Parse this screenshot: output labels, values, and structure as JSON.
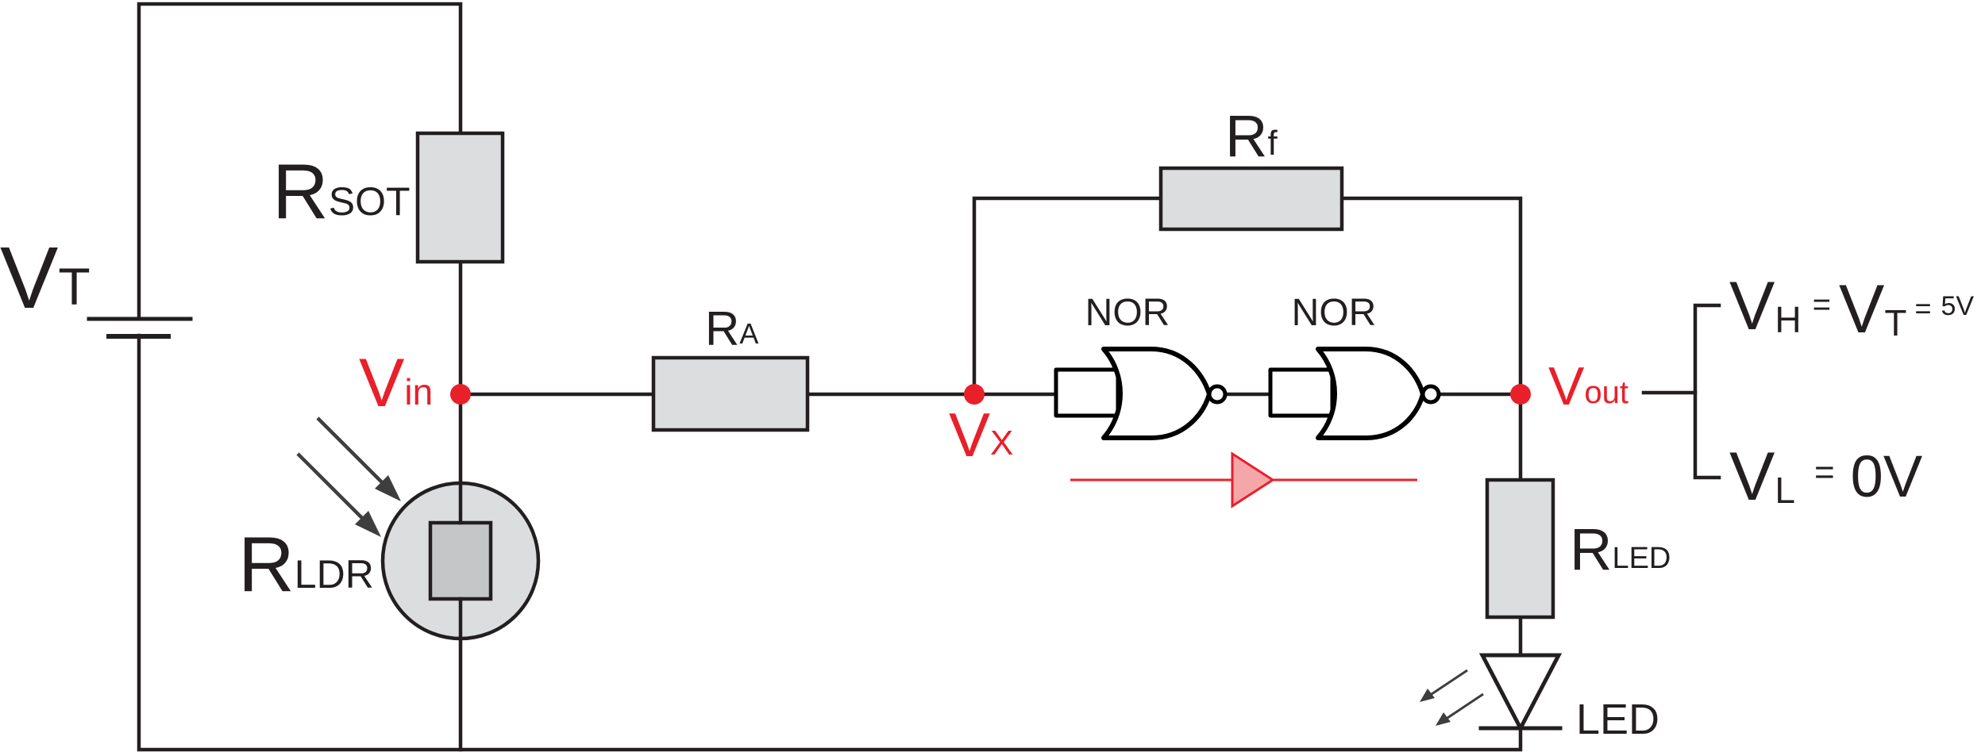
{
  "labels": {
    "vt_main": "V",
    "vt_sub": "T",
    "rsot_main": "R",
    "rsot_sub": "SOT",
    "rldr_main": "R",
    "rldr_sub": "LDR",
    "ra_main": "R",
    "ra_sub": "A",
    "rf_main": "R",
    "rf_sub": "f",
    "rled_main": "R",
    "rled_sub": "LED",
    "vin_main": "V",
    "vin_sub": "in",
    "vx_main": "V",
    "vx_sub": "X",
    "vout_main": "V",
    "vout_sub": "out",
    "nor1": "NOR",
    "nor2": "NOR",
    "led": "LED",
    "vh_main": "V",
    "vh_sub": "H",
    "vh_eq": "=",
    "vh_vt_main": "V",
    "vh_vt_sub": "T",
    "vh_eq2": "=",
    "vh_value": "5V",
    "vl_main": "V",
    "vl_sub": "L",
    "vl_eq": "=",
    "vl_value": "0V"
  },
  "colors": {
    "wire": "#231f20",
    "resistor_fill": "#dcdddf",
    "node": "#e8202a",
    "signal_flow": "#e8202a",
    "signal_arrow_fill": "#f4a6a8"
  }
}
